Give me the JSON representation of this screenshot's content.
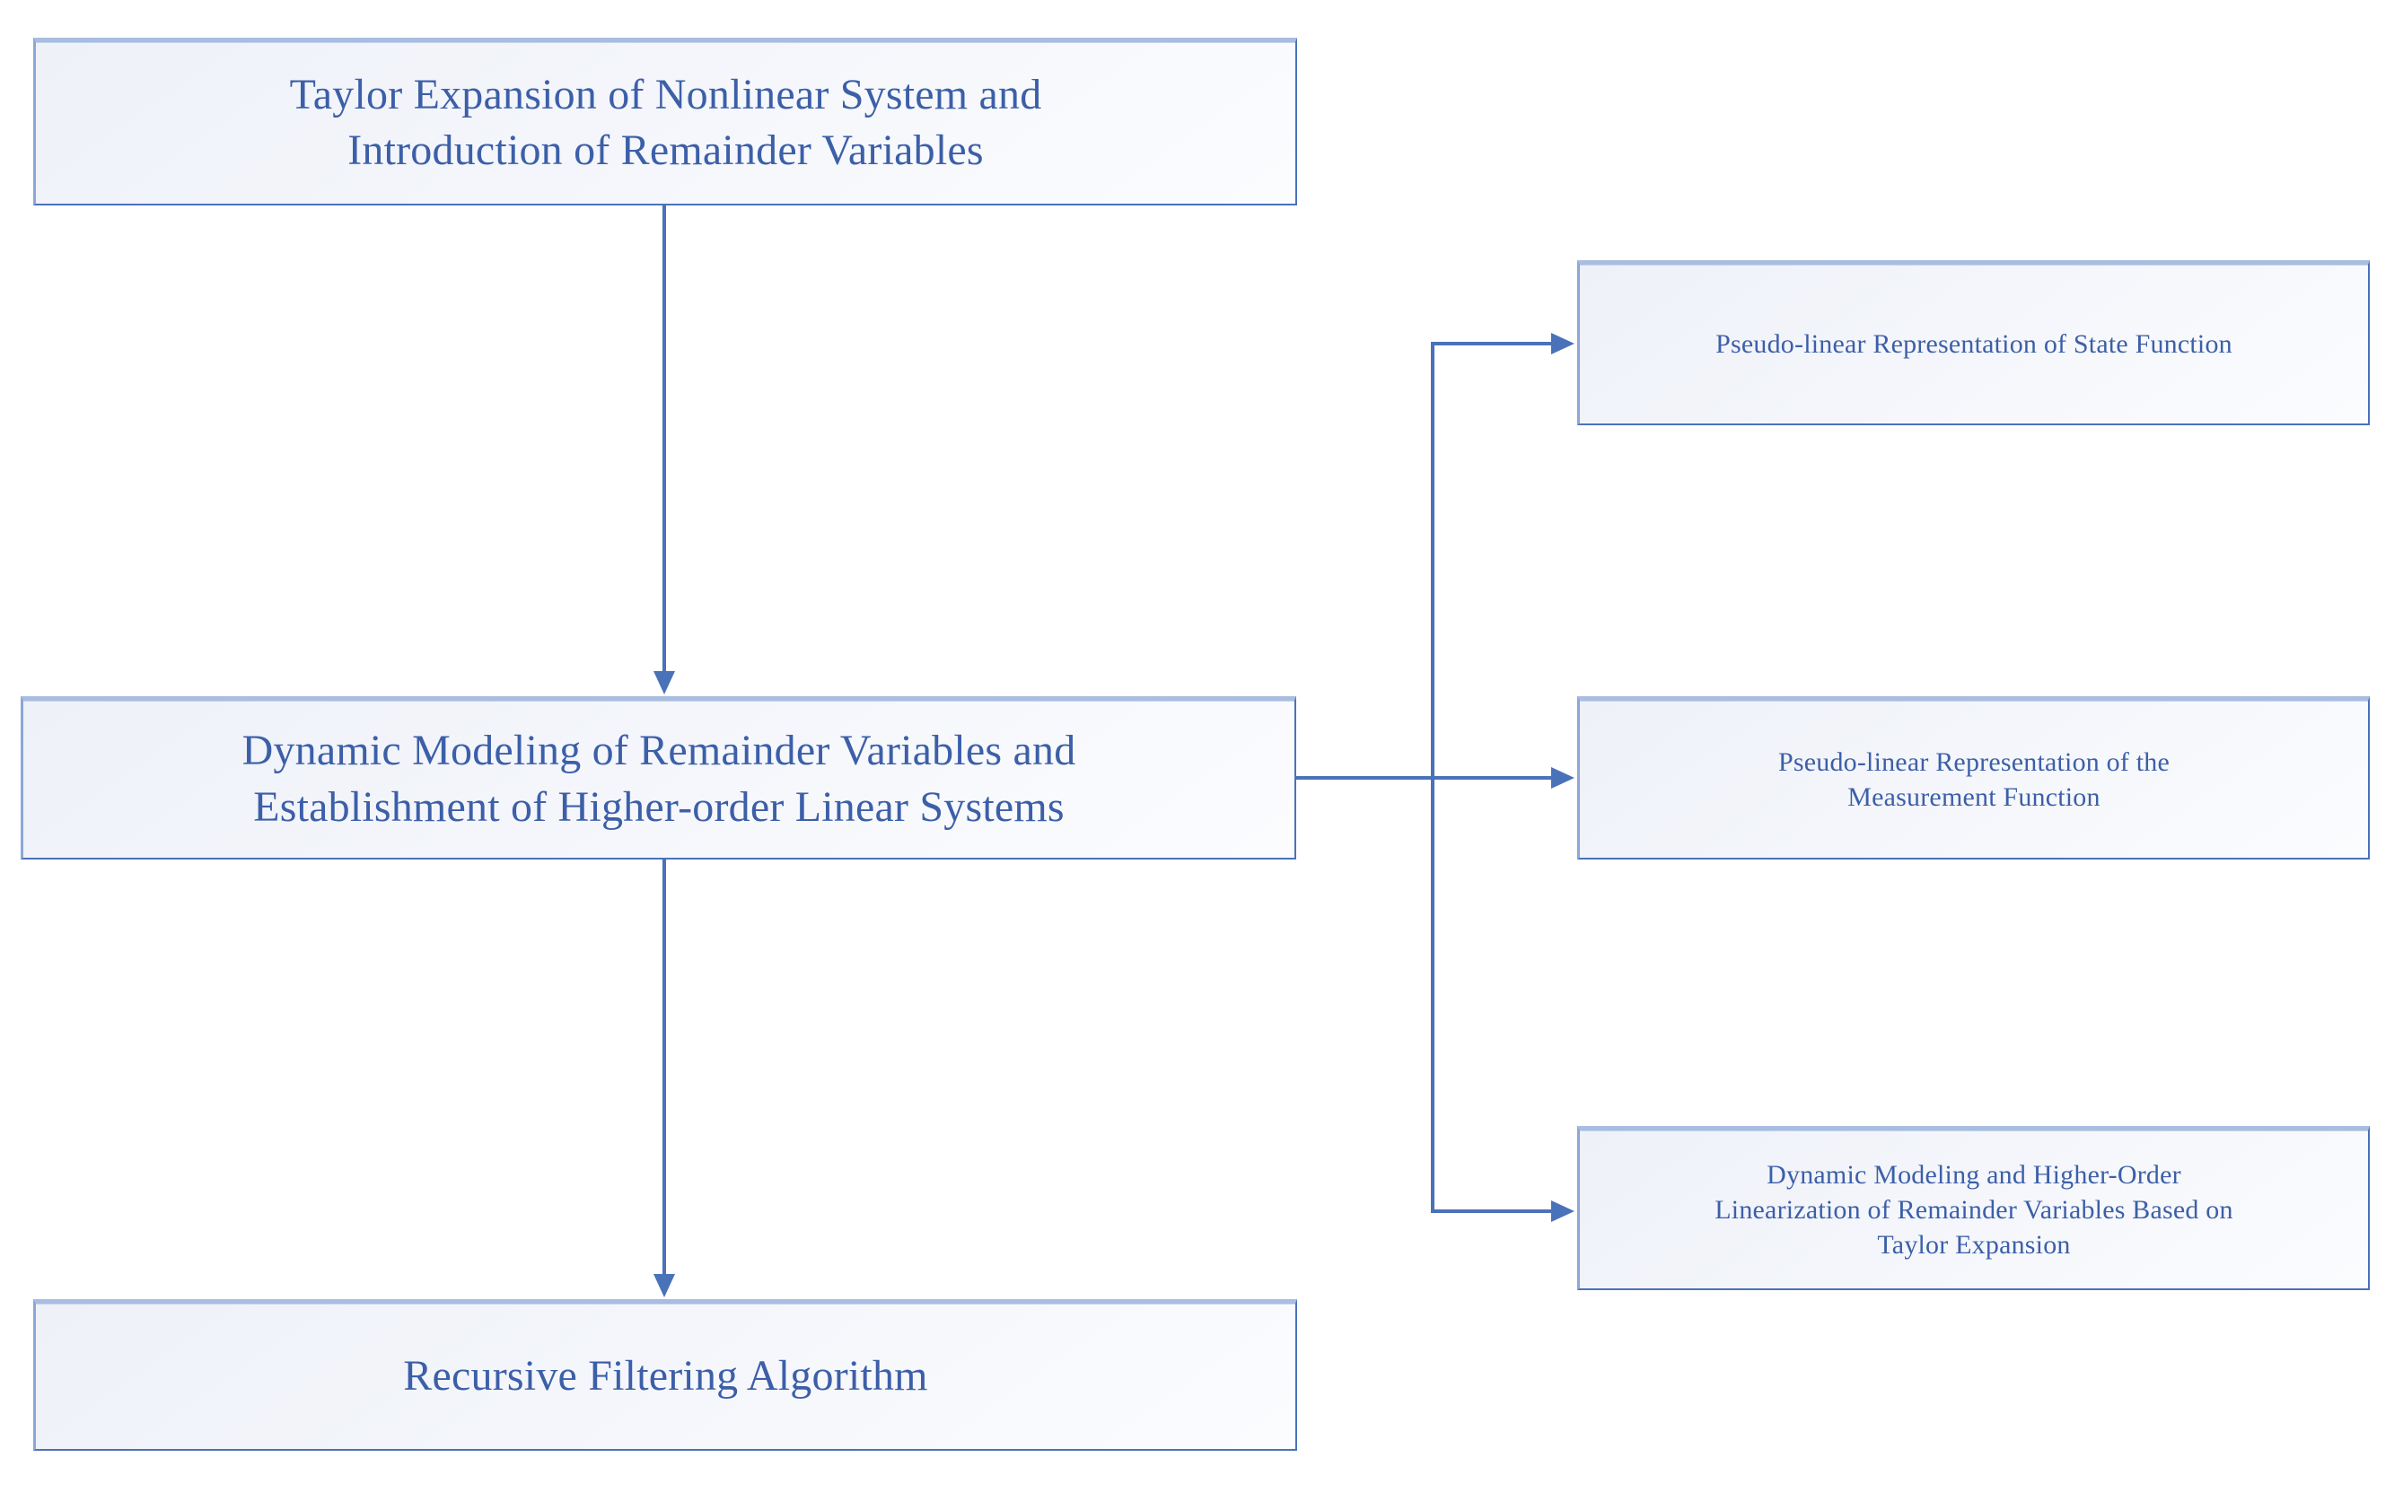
{
  "diagram": {
    "title": "Nonlinear System Higher-Order Linearization Filtering Flowchart",
    "accent_color": "#4a72b8",
    "text_color": "#3c5fa8",
    "box_fill": "#f2f4fa",
    "background": "#ffffff",
    "nodes": {
      "taylor_expansion": {
        "label": "Taylor Expansion of Nonlinear System and\nIntroduction of Remainder Variables"
      },
      "dynamic_modeling": {
        "label": "Dynamic Modeling of Remainder Variables and\nEstablishment of Higher-order Linear Systems"
      },
      "recursive_filtering": {
        "label": "Recursive Filtering Algorithm"
      },
      "pseudo_state": {
        "label": "Pseudo-linear Representation of State Function"
      },
      "pseudo_measurement": {
        "label": "Pseudo-linear Representation of the\nMeasurement Function"
      },
      "remainder_linearization": {
        "label": "Dynamic Modeling and Higher-Order\nLinearization of Remainder Variables Based on\nTaylor Expansion"
      }
    },
    "connectors": [
      {
        "name": "taylor-to-dynamic",
        "kind": "arrow-down"
      },
      {
        "name": "dynamic-to-recursive",
        "kind": "arrow-down"
      },
      {
        "name": "dynamic-to-pseudo-state",
        "kind": "arrow-right"
      },
      {
        "name": "dynamic-to-pseudo-measurement",
        "kind": "arrow-right"
      },
      {
        "name": "dynamic-to-remainder-linearization",
        "kind": "arrow-right"
      }
    ]
  }
}
